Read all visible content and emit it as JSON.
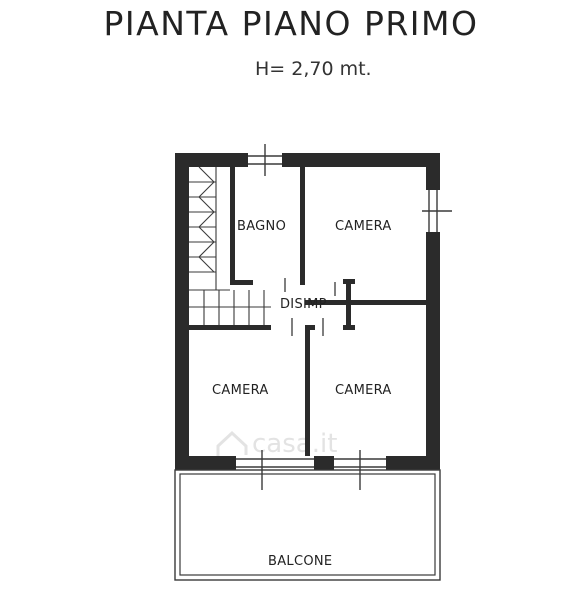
{
  "header": {
    "title": "PIANTA  PIANO  PRIMO",
    "subtitle": "H= 2,70 mt."
  },
  "rooms": {
    "bagno": "BAGNO",
    "camera_top": "CAMERA",
    "disimp": "DISIMP",
    "camera_left": "CAMERA",
    "camera_right": "CAMERA",
    "balcone": "BALCONE"
  },
  "watermark": "casa.it",
  "colors": {
    "wall": "#2b2b2b",
    "line": "#3a3a3a",
    "watermark": "#e3e3e3"
  }
}
